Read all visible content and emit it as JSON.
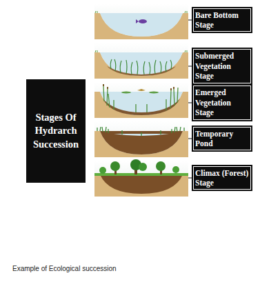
{
  "diagram": {
    "caption": "Example of Ecological succession",
    "nodes": [
      {
        "text": [
          "Stages Of Hydrarch Succession"
        ]
      },
      {
        "text": [
          "Bare Bottom Stage"
        ]
      },
      {
        "text": [
          "Submerged Vegetation Stage"
        ]
      },
      {
        "text": [
          "Emerged Vegetation Stage"
        ]
      },
      {
        "text": [
          "Temporary Pond"
        ]
      },
      {
        "text": [
          "Climax (Forest) Stage"
        ]
      }
    ]
  }
}
